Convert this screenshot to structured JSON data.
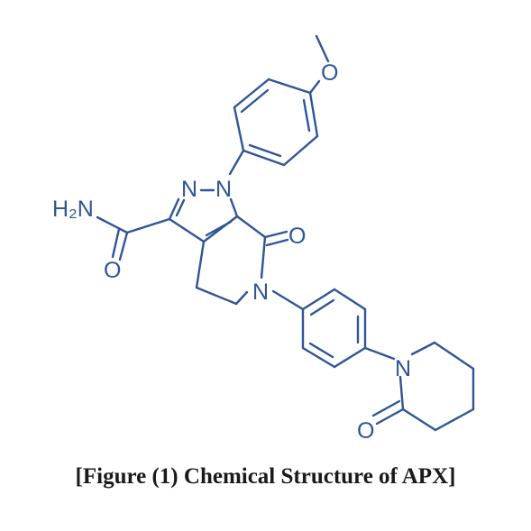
{
  "figure": {
    "caption": "[Figure (1) Chemical Structure of APX]",
    "colors": {
      "structure": "#2f5597",
      "caption": "#1a1a1a"
    },
    "atom_labels": {
      "amine": "H₂N",
      "amide_oxygen": "O",
      "pyrazole_n2": "N",
      "pyrazole_n1": "N",
      "lactam_oxygen": "O",
      "lactam_nitrogen": "N",
      "methoxy_oxygen": "O",
      "piperidinone_nitrogen": "N",
      "piperidinone_oxygen": "O"
    }
  }
}
